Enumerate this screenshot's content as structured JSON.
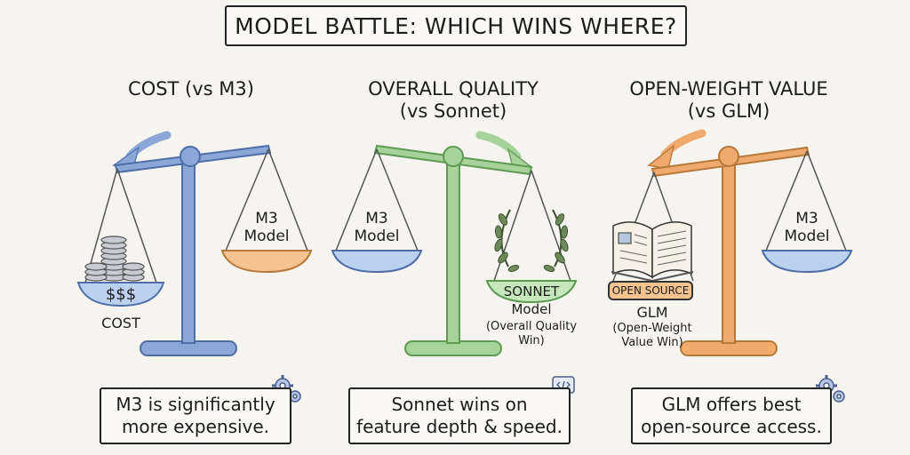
{
  "title": "MODEL BATTLE: WHICH WINS WHERE?",
  "colors": {
    "blue": "#8ba7d8",
    "green": "#a5d39a",
    "orange": "#f0aa6e",
    "pan_orange": "#f4c38f",
    "pan_blue": "#bcd0ef",
    "pan_green": "#c6e6bb",
    "background": "#f6f4ee"
  },
  "panels": [
    {
      "heading": [
        "COST (vs M3)"
      ],
      "left_pan": {
        "label": "$$$",
        "sublabel": "COST"
      },
      "right_pan": {
        "label": [
          "M3",
          "Model"
        ]
      },
      "caption": [
        "M3 is significantly",
        "more expensive."
      ],
      "tilt": "left",
      "icon": "gear-icon"
    },
    {
      "heading": [
        "OVERALL QUALITY",
        "(vs Sonnet)"
      ],
      "left_pan": {
        "label": [
          "M3",
          "Model"
        ]
      },
      "right_pan": {
        "label": [
          "SONNET",
          "Model"
        ],
        "note": [
          "(Overall Quality",
          "Win)"
        ]
      },
      "caption": [
        "Sonnet wins on",
        "feature depth & speed."
      ],
      "tilt": "right",
      "icon": "code-icon"
    },
    {
      "heading": [
        "OPEN-WEIGHT VALUE",
        "(vs GLM)"
      ],
      "left_pan": {
        "badge": "OPEN SOURCE",
        "label": "GLM",
        "note": [
          "(Open-Weight",
          "Value Win)"
        ]
      },
      "right_pan": {
        "label": [
          "M3",
          "Model"
        ]
      },
      "caption": [
        "GLM offers best",
        "open-source access."
      ],
      "tilt": "left",
      "icon": "gear-icon"
    }
  ]
}
